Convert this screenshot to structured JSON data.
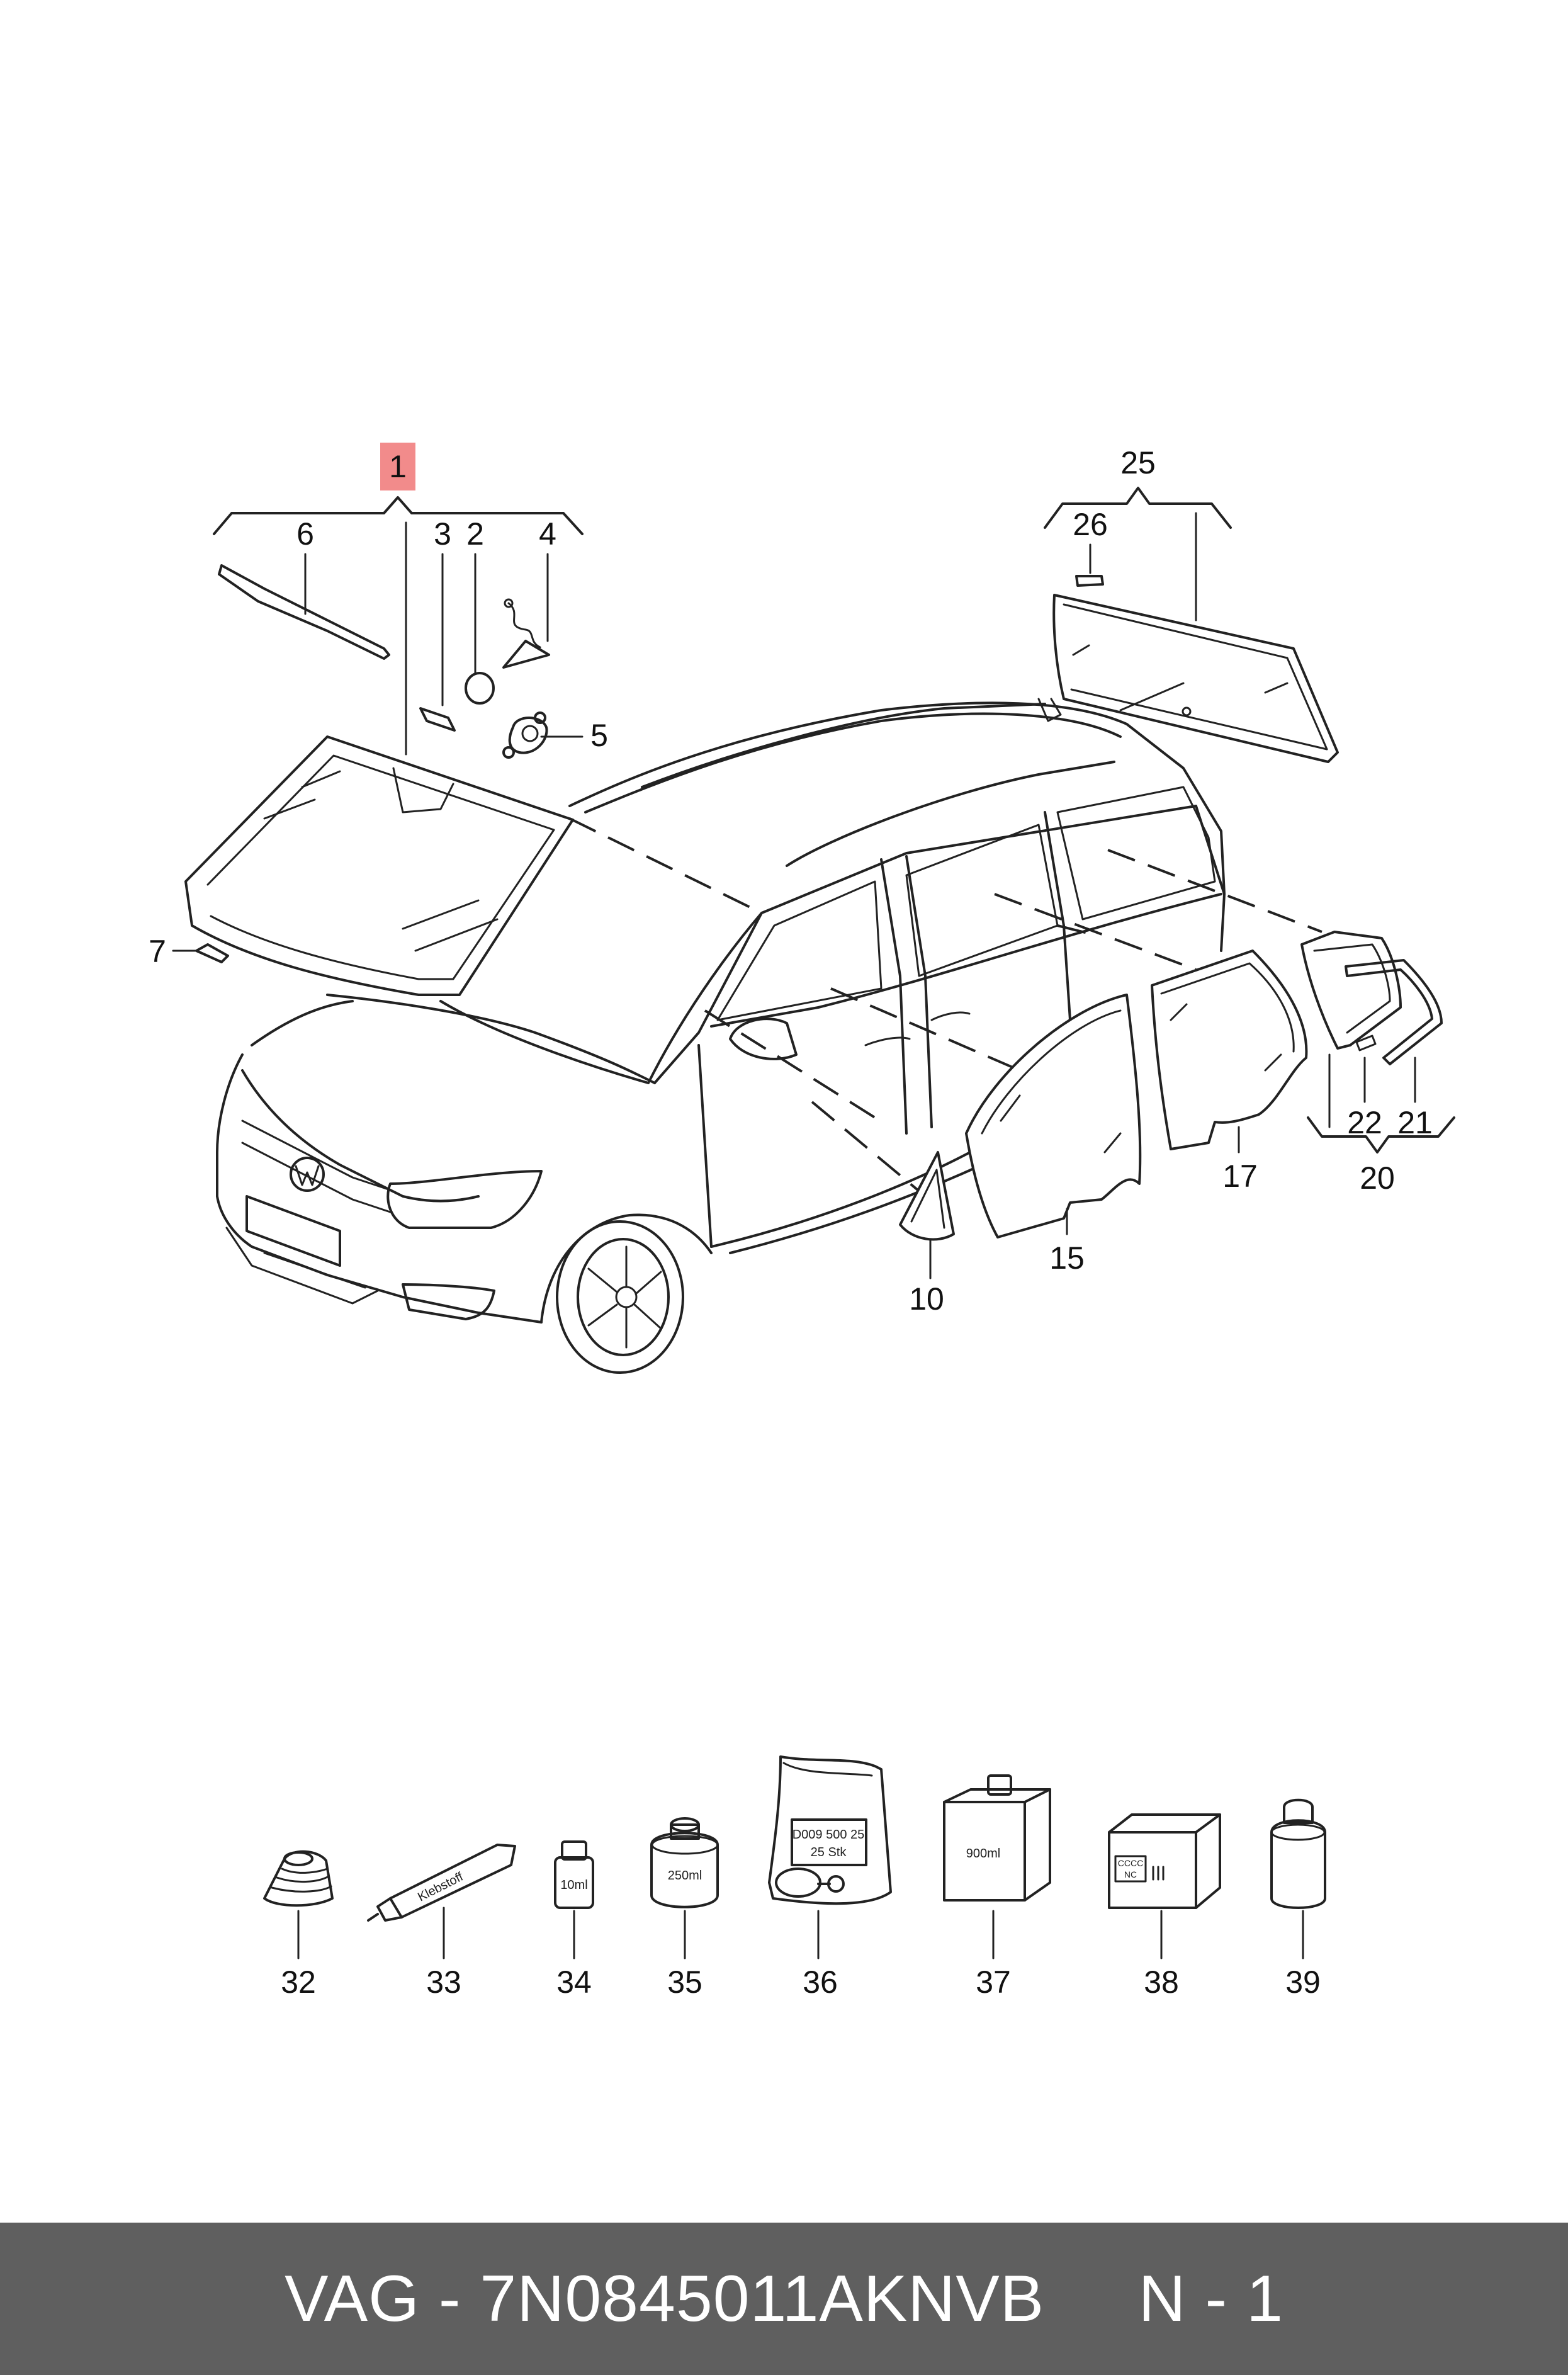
{
  "callouts": {
    "c1": "1",
    "c2": "2",
    "c3": "3",
    "c4": "4",
    "c5": "5",
    "c6": "6",
    "c7": "7",
    "c10": "10",
    "c15": "15",
    "c17": "17",
    "c20": "20",
    "c21": "21",
    "c22": "22",
    "c25": "25",
    "c26": "26",
    "c32": "32",
    "c33": "33",
    "c34": "34",
    "c35": "35",
    "c36": "36",
    "c37": "37",
    "c38": "38",
    "c39": "39"
  },
  "product_labels": {
    "tube": "Klebstoff",
    "vial_small": "10ml",
    "can": "250ml",
    "bag_line1": "D009 500 25",
    "bag_line2": "25 Stk",
    "bottle_large": "900ml",
    "box_line1": "CCCC",
    "box_line2": "NC"
  },
  "footer": {
    "text": "VAG - 7N0845011AKNVB     N - 1"
  },
  "colors": {
    "highlight": "#f28b8b",
    "footer_bg": "#5f5f5f",
    "footer_text": "#ffffff",
    "line": "#222222"
  }
}
